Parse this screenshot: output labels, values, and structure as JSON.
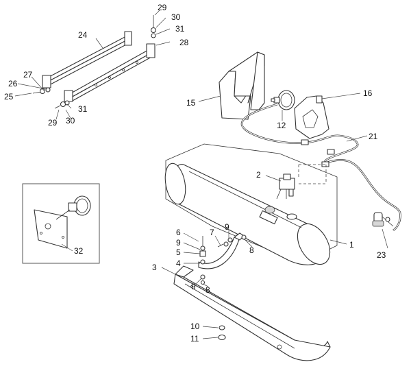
{
  "callouts": {
    "c1": "1",
    "c2": "2",
    "c3": "3",
    "c4": "4",
    "c5": "5",
    "c6": "6",
    "c7": "7",
    "c8a": "8",
    "c8b": "8",
    "c9a": "9",
    "c9b": "9",
    "c9c": "9",
    "c10": "10",
    "c11": "11",
    "c12": "12",
    "c15": "15",
    "c16": "16",
    "c21": "21",
    "c23": "23",
    "c24": "24",
    "c25": "25",
    "c26": "26",
    "c27": "27",
    "c28": "28",
    "c29a": "29",
    "c29b": "29",
    "c30a": "30",
    "c30b": "30",
    "c31a": "31",
    "c31b": "31",
    "c32": "32"
  }
}
